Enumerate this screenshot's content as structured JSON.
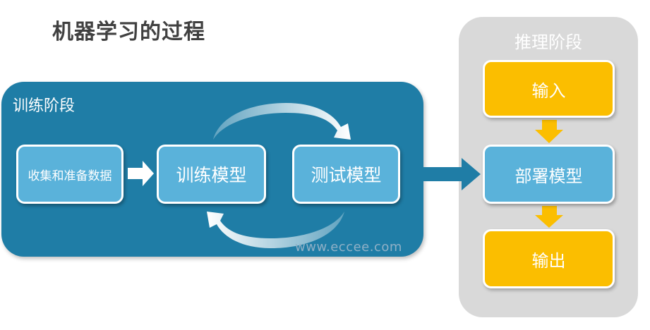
{
  "title": "机器学习的过程",
  "training": {
    "label": "训练阶段",
    "steps": {
      "collect": "收集和准备数据",
      "train": "训练模型",
      "test": "测试模型"
    }
  },
  "inference": {
    "label": "推理阶段",
    "steps": {
      "input": "输入",
      "deploy": "部署模型",
      "output": "输出"
    }
  },
  "watermark": "www.eccee.com",
  "colors": {
    "training_panel": "#1f7da6",
    "step_box": "#5ab2da",
    "inference_panel": "#d9d9d9",
    "inference_box": "#fbbe00",
    "title": "#404040"
  }
}
